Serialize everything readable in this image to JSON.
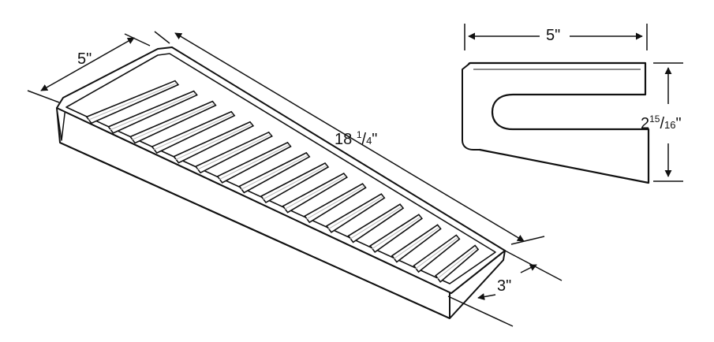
{
  "dimensions": {
    "tray_width": "5\"",
    "tray_length_whole": "18",
    "tray_length_num": "1",
    "tray_length_den": "4",
    "tray_length_unit": "\"",
    "tray_height": "3\"",
    "profile_width": "5\"",
    "profile_height_whole": "2",
    "profile_height_num": "15",
    "profile_height_den": "16",
    "profile_height_unit": "\""
  },
  "colors": {
    "stroke": "#111111",
    "fill": "#ffffff",
    "shade": "#e6e6e6"
  }
}
